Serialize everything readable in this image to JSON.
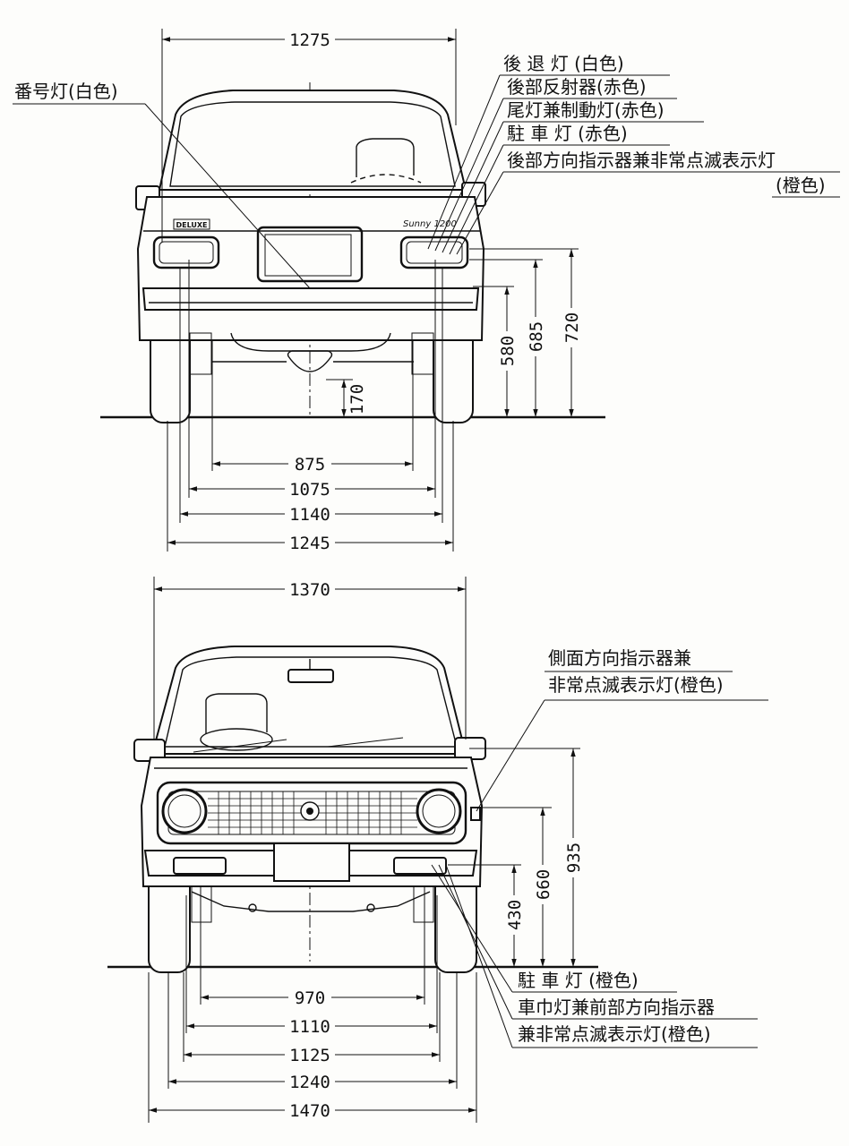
{
  "rear_view": {
    "dims": {
      "top_width": "1275",
      "track_inner": "875",
      "d1075": "1075",
      "d1140": "1140",
      "d1245": "1245",
      "h170": "170",
      "h580": "580",
      "h685": "685",
      "h720": "720"
    },
    "badges": {
      "deluxe": "DELUXE",
      "model": "Sunny 1200"
    },
    "labels": {
      "license_lamp": "番号灯(白色)",
      "reverse_lamp": "後 退 灯 (白色)",
      "rear_reflector": "後部反射器(赤色)",
      "tail_stop_lamp": "尾灯兼制動灯(赤色)",
      "parking_lamp": "駐 車 灯 (赤色)",
      "rear_turn_hazard_1": "後部方向指示器兼非常点滅表示灯",
      "rear_turn_hazard_2": "(橙色)"
    }
  },
  "front_view": {
    "dims": {
      "top_width": "1370",
      "d970": "970",
      "d1110": "1110",
      "d1125": "1125",
      "d1240": "1240",
      "d1470": "1470",
      "h430": "430",
      "h660": "660",
      "h935": "935"
    },
    "labels": {
      "side_turn_1": "側面方向指示器兼",
      "side_turn_2": "非常点滅表示灯(橙色)",
      "parking_lamp": "駐 車 灯 (橙色)",
      "clearance_turn_1": "車巾灯兼前部方向指示器",
      "clearance_turn_2": "兼非常点滅表示灯(橙色)"
    }
  }
}
